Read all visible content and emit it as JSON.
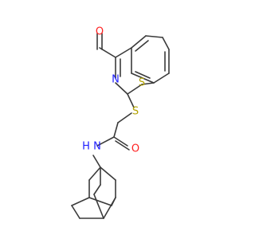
{
  "colors": {
    "bond": "#3a3a3a",
    "N": "#2020ff",
    "O": "#ff2020",
    "S": "#b3a300"
  },
  "atoms": {
    "o_ketone": "O",
    "n_ring": "N",
    "s_ring": "S",
    "s_thioether": "S",
    "o_amide": "O",
    "n_amide": "N",
    "h_amide": "H"
  }
}
